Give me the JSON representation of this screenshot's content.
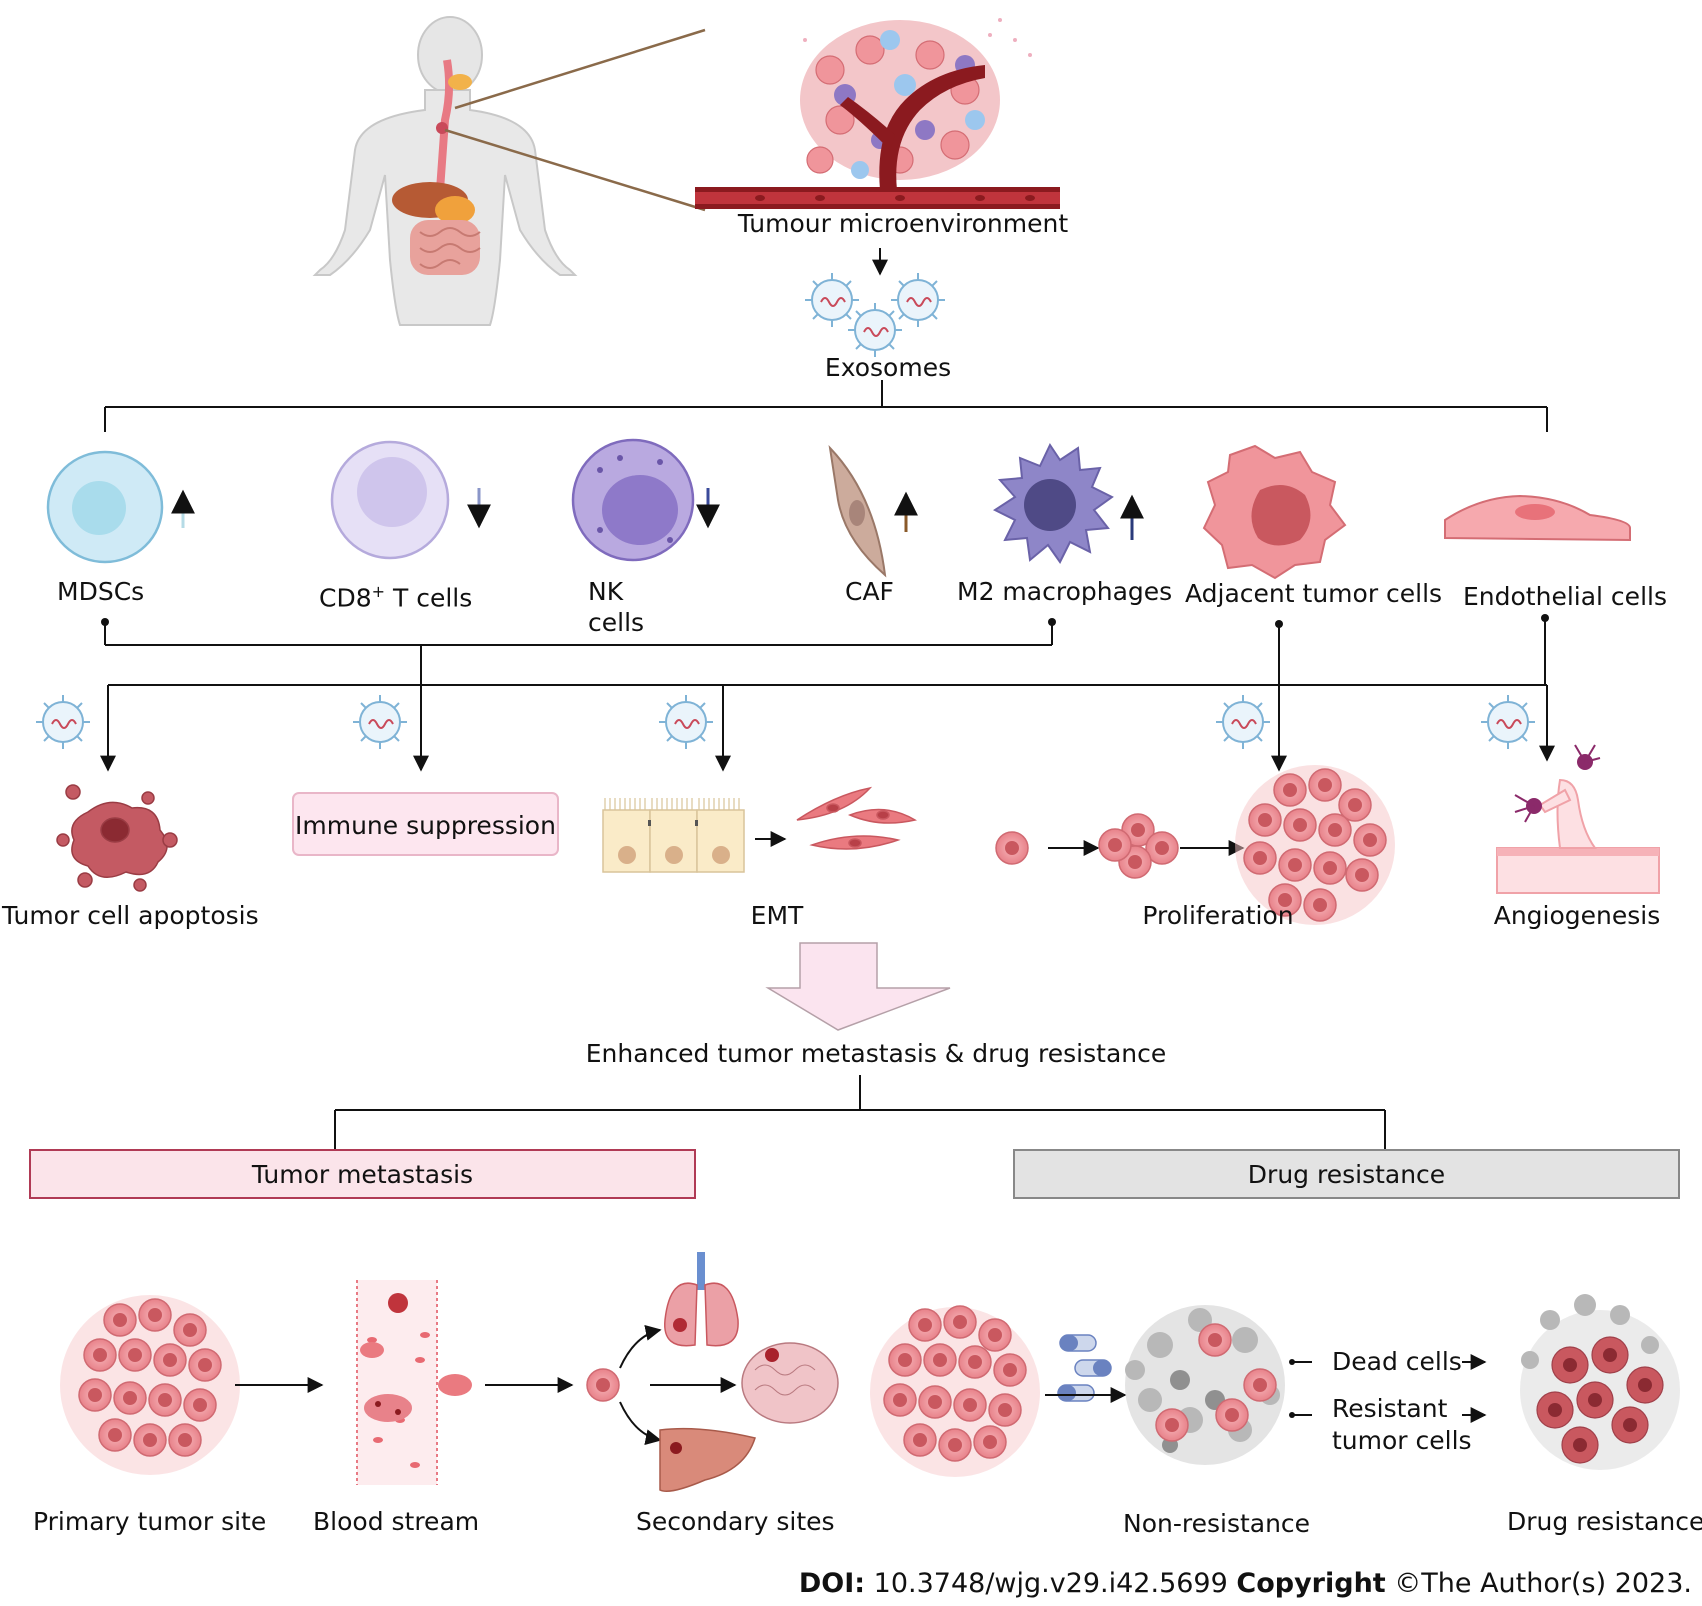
{
  "top": {
    "tme_label": "Tumour microenvironment",
    "exosomes_label": "Exosomes"
  },
  "cells": {
    "mdscs": "MDSCs",
    "cd8_main": "CD8",
    "cd8_sup": "+",
    "cd8_rest": " T cells",
    "nk_line1": "NK",
    "nk_line2": "cells",
    "caf": "CAF",
    "m2": "M2 macrophages",
    "adjacent": "Adjacent tumor cells",
    "endothelial": "Endothelial cells"
  },
  "outcomes": {
    "apoptosis": "Tumor cell apoptosis",
    "immune": "Immune suppression",
    "emt": "EMT",
    "proliferation": "Proliferation",
    "angiogenesis": "Angiogenesis"
  },
  "enhanced": "Enhanced tumor metastasis & drug resistance",
  "metastasis": {
    "header": "Tumor metastasis",
    "primary": "Primary tumor site",
    "blood": "Blood stream",
    "secondary": "Secondary sites"
  },
  "resistance": {
    "header": "Drug resistance",
    "non_resistance": "Non-resistance",
    "dead_cells": "Dead cells",
    "resistant_line1": "Resistant",
    "resistant_line2": "tumor cells",
    "drug_resistance": "Drug resistance"
  },
  "footer": {
    "doi_label": "DOI:",
    "doi_value": " 10.3748/wjg.v29.i42.5699 ",
    "copyright_label": "Copyright",
    "copyright_value": " ©The Author(s) 2023."
  },
  "colors": {
    "tumor_pink": "#e8828a",
    "tumor_dark": "#c9585f",
    "blood_red": "#8b1a1f",
    "metastasis_fill": "#fbe4ea",
    "metastasis_border": "#b03a55",
    "resistance_fill": "#e3e3e3",
    "resistance_border": "#888888",
    "immune_fill": "#fde6ef",
    "arrow_fill": "#fbe4ef"
  },
  "icons": [
    "human-body-icon",
    "tumor-microenvironment-icon",
    "exosome-icon",
    "mdsc-cell-icon",
    "cd8-t-cell-icon",
    "nk-cell-icon",
    "caf-icon",
    "m2-macrophage-icon",
    "tumor-cell-icon",
    "endothelial-cell-icon",
    "apoptosis-icon",
    "epithelial-cells-icon",
    "mesenchymal-cells-icon",
    "tumor-cluster-icon",
    "angiogenesis-icon",
    "blood-vessel-icon",
    "lung-icon",
    "brain-icon",
    "liver-icon",
    "pill-icon",
    "dead-cells-icon"
  ]
}
